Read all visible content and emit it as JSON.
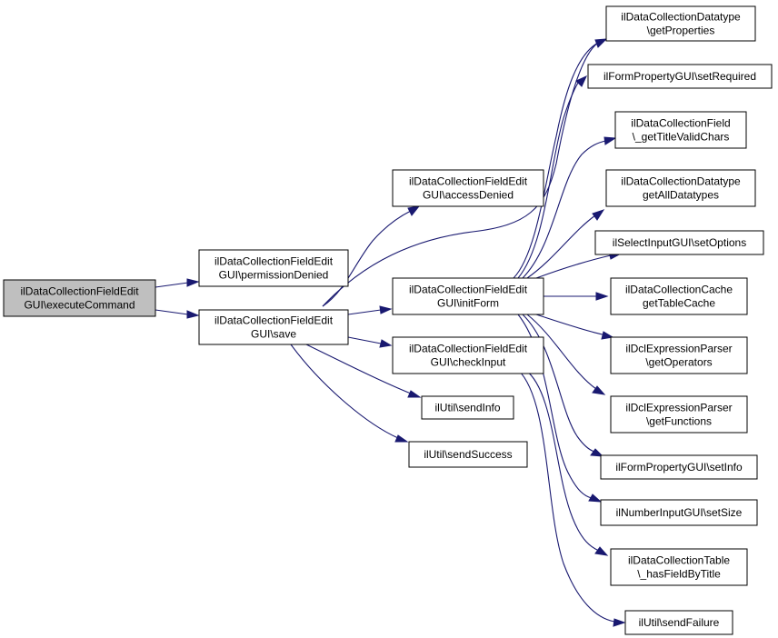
{
  "diagram": {
    "nodes": {
      "executeCommand": {
        "lines": [
          "ilDataCollectionFieldEdit",
          "GUI\\executeCommand"
        ],
        "root": true
      },
      "permissionDenied": {
        "lines": [
          "ilDataCollectionFieldEdit",
          "GUI\\permissionDenied"
        ]
      },
      "save": {
        "lines": [
          "ilDataCollectionFieldEdit",
          "GUI\\save"
        ]
      },
      "accessDenied": {
        "lines": [
          "ilDataCollectionFieldEdit",
          "GUI\\accessDenied"
        ]
      },
      "initForm": {
        "lines": [
          "ilDataCollectionFieldEdit",
          "GUI\\initForm"
        ]
      },
      "checkInput": {
        "lines": [
          "ilDataCollectionFieldEdit",
          "GUI\\checkInput"
        ]
      },
      "sendInfo": {
        "lines": [
          "ilUtil\\sendInfo"
        ]
      },
      "sendSuccess": {
        "lines": [
          "ilUtil\\sendSuccess"
        ]
      },
      "getProperties": {
        "lines": [
          "ilDataCollectionDatatype",
          "\\getProperties"
        ]
      },
      "setRequired": {
        "lines": [
          "ilFormPropertyGUI\\setRequired"
        ]
      },
      "getTitleValidChars": {
        "lines": [
          "ilDataCollectionField",
          "\\_getTitleValidChars"
        ]
      },
      "getAllDatatypes": {
        "lines": [
          "ilDataCollectionDatatype",
          "getAllDatatypes"
        ]
      },
      "setOptions": {
        "lines": [
          "ilSelectInputGUI\\setOptions"
        ]
      },
      "getTableCache": {
        "lines": [
          "ilDataCollectionCache",
          "getTableCache"
        ]
      },
      "getOperators": {
        "lines": [
          "ilDclExpressionParser",
          "\\getOperators"
        ]
      },
      "getFunctions": {
        "lines": [
          "ilDclExpressionParser",
          "\\getFunctions"
        ]
      },
      "setInfo": {
        "lines": [
          "ilFormPropertyGUI\\setInfo"
        ]
      },
      "setSize": {
        "lines": [
          "ilNumberInputGUI\\setSize"
        ]
      },
      "hasFieldByTitle": {
        "lines": [
          "ilDataCollectionTable",
          "\\_hasFieldByTitle"
        ]
      },
      "sendFailure": {
        "lines": [
          "ilUtil\\sendFailure"
        ]
      }
    },
    "edges": [
      [
        "executeCommand",
        "permissionDenied"
      ],
      [
        "executeCommand",
        "save"
      ],
      [
        "save",
        "accessDenied"
      ],
      [
        "save",
        "initForm"
      ],
      [
        "save",
        "checkInput"
      ],
      [
        "save",
        "sendInfo"
      ],
      [
        "save",
        "sendSuccess"
      ],
      [
        "save",
        "getProperties"
      ],
      [
        "initForm",
        "getProperties"
      ],
      [
        "initForm",
        "setRequired"
      ],
      [
        "initForm",
        "getTitleValidChars"
      ],
      [
        "initForm",
        "getAllDatatypes"
      ],
      [
        "initForm",
        "setOptions"
      ],
      [
        "initForm",
        "getTableCache"
      ],
      [
        "initForm",
        "getOperators"
      ],
      [
        "initForm",
        "getFunctions"
      ],
      [
        "initForm",
        "setInfo"
      ],
      [
        "initForm",
        "setSize"
      ],
      [
        "checkInput",
        "hasFieldByTitle"
      ],
      [
        "checkInput",
        "sendFailure"
      ]
    ],
    "colors": {
      "edge": "#191970",
      "root_fill": "#bfbfbf",
      "node_fill": "#ffffff",
      "border": "#000000"
    }
  }
}
